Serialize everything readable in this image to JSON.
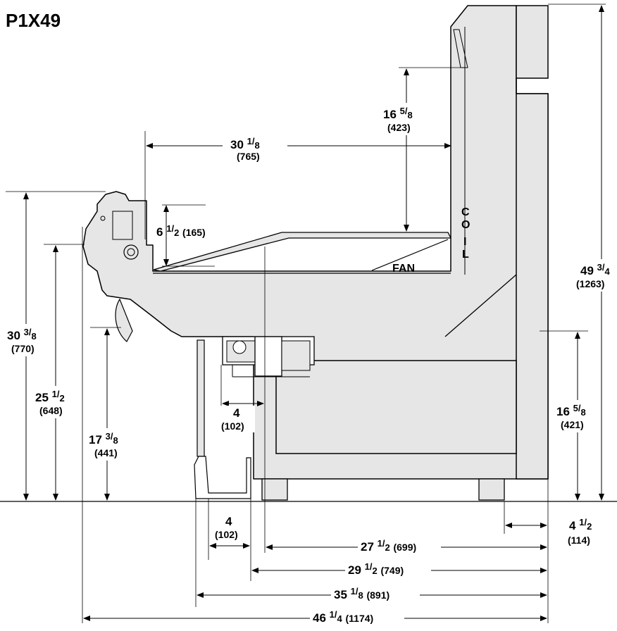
{
  "title": "P1X49",
  "labels": {
    "coil_c": "C",
    "coil_o": "O",
    "coil_i": "I",
    "coil_l": "L",
    "fan": "FAN"
  },
  "dimensions": {
    "d_30_1_8": {
      "whole": "30",
      "num": "1",
      "den": "8",
      "mm": "(765)"
    },
    "d_16_5_8_top": {
      "whole": "16",
      "num": "5",
      "den": "8",
      "mm": "(423)"
    },
    "d_6_1_2": {
      "whole": "6",
      "num": "1",
      "den": "2",
      "mm": "(165)"
    },
    "d_49_3_4": {
      "whole": "49",
      "num": "3",
      "den": "4",
      "mm": "(1263)"
    },
    "d_30_3_8": {
      "whole": "30",
      "num": "3",
      "den": "8",
      "mm": "(770)"
    },
    "d_25_1_2": {
      "whole": "25",
      "num": "1",
      "den": "2",
      "mm": "(648)"
    },
    "d_17_3_8": {
      "whole": "17",
      "num": "3",
      "den": "8",
      "mm": "(441)"
    },
    "d_4_upper": {
      "whole": "4",
      "mm": "(102)"
    },
    "d_16_5_8_right": {
      "whole": "16",
      "num": "5",
      "den": "8",
      "mm": "(421)"
    },
    "d_4_lower": {
      "whole": "4",
      "mm": "(102)"
    },
    "d_4_1_2": {
      "whole": "4",
      "num": "1",
      "den": "2",
      "mm": "(114)"
    },
    "d_27_1_2": {
      "whole": "27",
      "num": "1",
      "den": "2",
      "mm": "(699)"
    },
    "d_29_1_2": {
      "whole": "29",
      "num": "1",
      "den": "2",
      "mm": "(749)"
    },
    "d_35_1_8": {
      "whole": "35",
      "num": "1",
      "den": "8",
      "mm": "(891)"
    },
    "d_46_1_4": {
      "whole": "46",
      "num": "1",
      "den": "4",
      "mm": "(1174)"
    }
  },
  "colors": {
    "cabinet_fill": "#e6e6e6",
    "line": "#000000",
    "background": "#ffffff"
  }
}
